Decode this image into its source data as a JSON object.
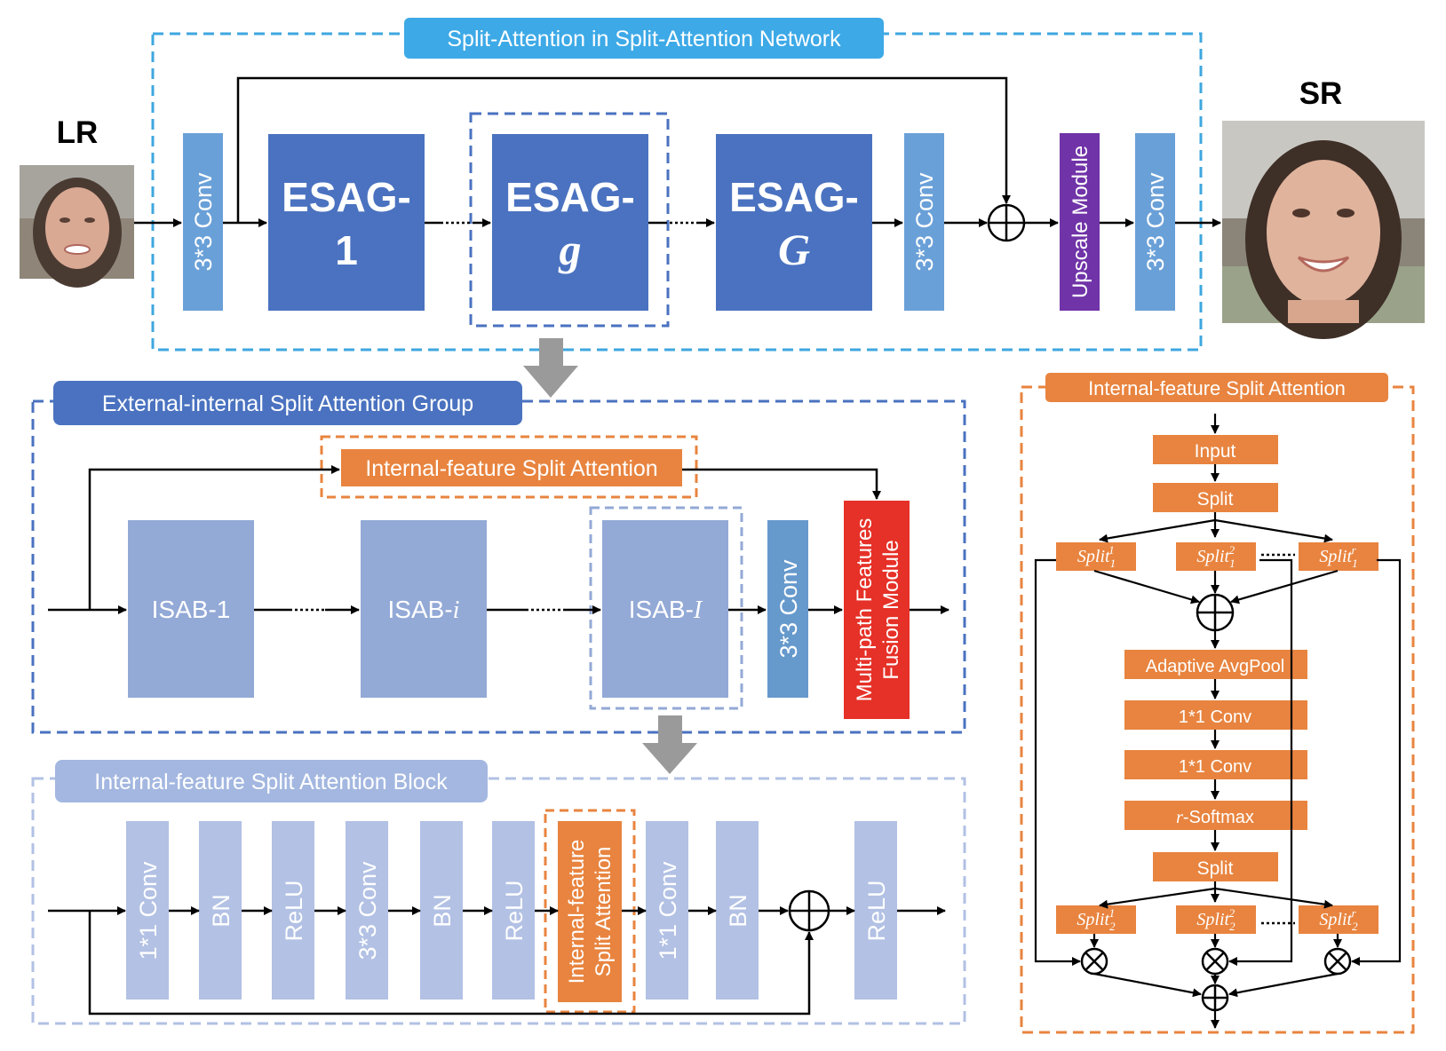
{
  "top": {
    "title": "Split-Attention in Split-Attention Network",
    "lr_label": "LR",
    "sr_label": "SR",
    "conv_in": "3*3 Conv",
    "esag1": [
      "ESAG-",
      "1"
    ],
    "esagg": [
      "ESAG-",
      "g"
    ],
    "esagG": [
      "ESAG-",
      "G"
    ],
    "conv_mid": "3*3 Conv",
    "upscale": "Upscale Module",
    "conv_out": "3*3 Conv"
  },
  "group": {
    "title": "External-internal Split Attention Group",
    "ifsa": "Internal-feature Split Attention",
    "isab1": [
      "ISAB-",
      "1"
    ],
    "isabi": [
      "ISAB-",
      "i"
    ],
    "isabI": [
      "ISAB-",
      "I"
    ],
    "conv": "3*3 Conv",
    "fusion": [
      "Multi-path Features",
      "Fusion Module"
    ]
  },
  "block": {
    "title": "Internal-feature Split Attention Block",
    "layers": [
      "1*1 Conv",
      "BN",
      "ReLU",
      "3*3 Conv",
      "BN",
      "ReLU",
      "Internal-feature|Split Attention",
      "1*1 Conv",
      "BN",
      "ReLU"
    ]
  },
  "right": {
    "title": "Internal-feature Split Attention",
    "input": "Input",
    "split": "Split",
    "split1": [
      [
        "Split",
        "1",
        "1"
      ],
      [
        "Split",
        "1",
        "2"
      ],
      [
        "Split",
        "1",
        "r"
      ]
    ],
    "pool": "Adaptive AvgPool",
    "conv1": "1*1 Conv",
    "conv2": "1*1 Conv",
    "softmax": [
      "r",
      "-Softmax"
    ],
    "split_b": "Split",
    "split2": [
      [
        "Split",
        "2",
        "1"
      ],
      [
        "Split",
        "2",
        "2"
      ],
      [
        "Split",
        "2",
        "r"
      ]
    ]
  },
  "colors": {
    "light_blue": "#5fa2e0",
    "dash_blue": "#3fa7df",
    "title_blue": "#3da9e7",
    "dark_blue": "#4a72c0",
    "mid_blue": "#6699cc",
    "purple": "#7033a8",
    "periwinkle": "#93a9d6",
    "pale_periwinkle": "#b2c1e4",
    "orange": "#e8843f",
    "red": "#e63128",
    "gray_arrow": "#9a9a9a"
  }
}
